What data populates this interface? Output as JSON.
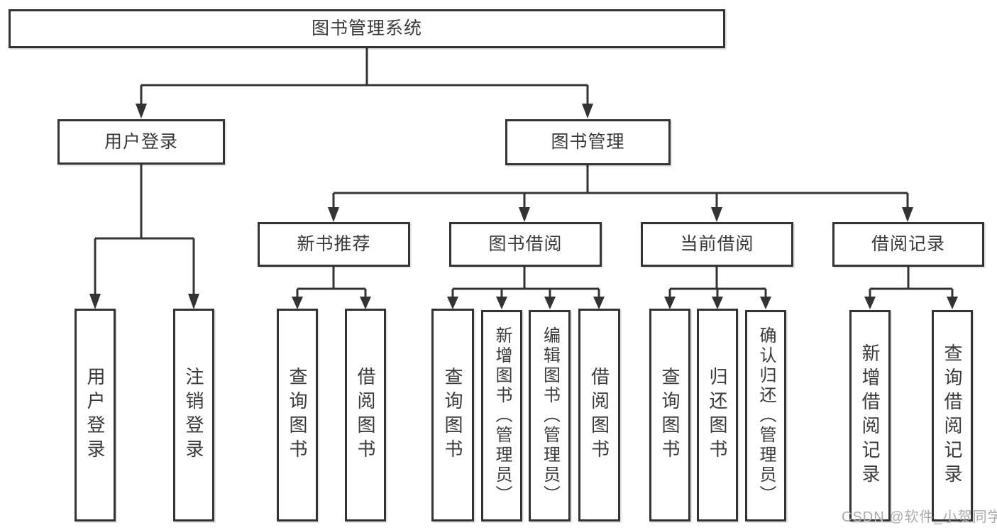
{
  "tree": {
    "root": "图书管理系统",
    "branches": [
      {
        "label": "用户登录",
        "children": [
          "用户登录",
          "注销登录"
        ]
      },
      {
        "label": "图书管理",
        "groups": [
          {
            "label": "新书推荐",
            "children": [
              "查询图书",
              "借阅图书"
            ]
          },
          {
            "label": "图书借阅",
            "children": [
              "查询图书",
              "新增图书（管理员）",
              "编辑图书（管理员）",
              "借阅图书"
            ]
          },
          {
            "label": "当前借阅",
            "children": [
              "查询图书",
              "归还图书",
              "确认归还（管理员）"
            ]
          },
          {
            "label": "借阅记录",
            "children": [
              "新增借阅记录",
              "查询借阅记录"
            ]
          }
        ]
      }
    ]
  },
  "watermark": {
    "text": "CSDN @软件_小贺同学"
  },
  "colors": {
    "line": "#333333",
    "border": "#333333",
    "text": "#3a3a3a",
    "background": "#ffffff",
    "watermark": "#ababab"
  }
}
